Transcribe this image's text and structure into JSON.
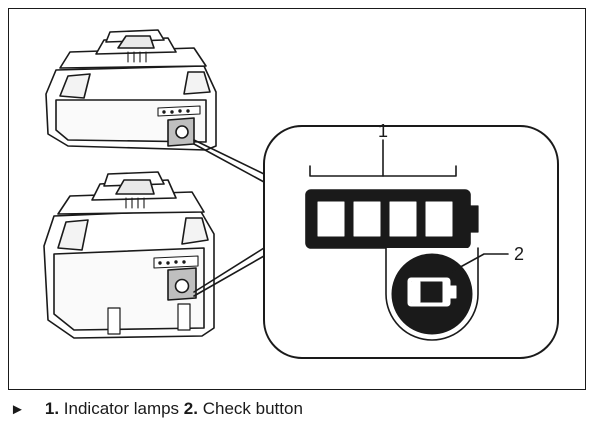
{
  "callouts": [
    {
      "number": "1",
      "label": "Indicator lamps"
    },
    {
      "number": "2",
      "label": "Check button"
    }
  ],
  "caption": {
    "arrow_glyph": "►",
    "items": [
      {
        "number": "1.",
        "text": "Indicator lamps"
      },
      {
        "number": "2.",
        "text": "Check button"
      }
    ]
  },
  "colors": {
    "ink": "#1a1a1a",
    "fill": "#ffffff",
    "shade": "#bfbfbf"
  },
  "icons": [
    "battery-pack-top",
    "battery-pack-bottom",
    "indicator-lamps-icon",
    "battery-low-icon",
    "check-button-icon",
    "caption-arrow-icon"
  ]
}
